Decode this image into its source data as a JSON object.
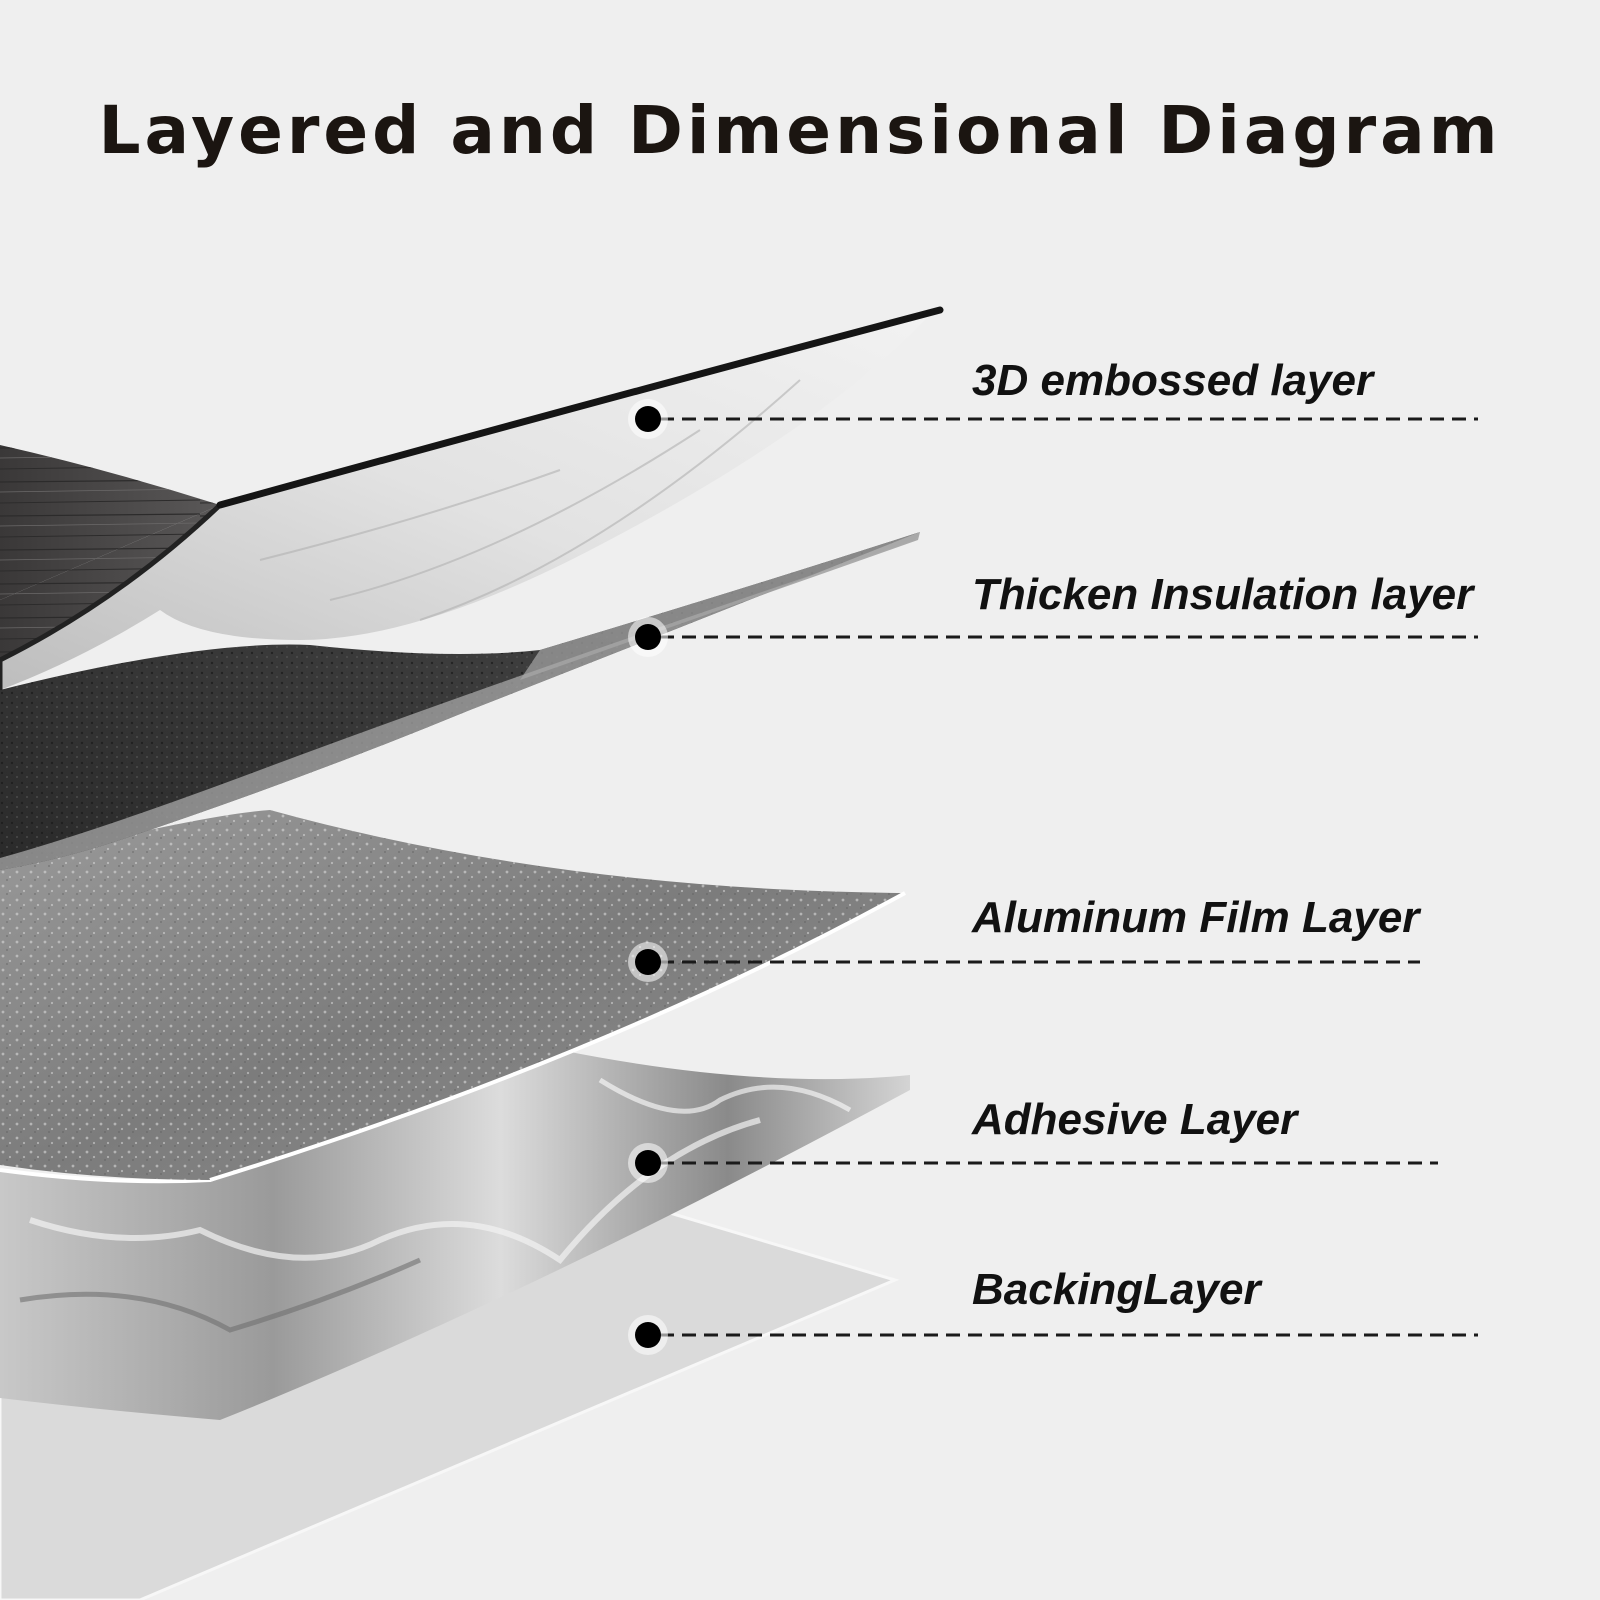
{
  "title": "Layered and Dimensional Diagram",
  "colors": {
    "background": "#efefef",
    "title": "#1b1511",
    "label": "#111111",
    "marker": "#000000",
    "leader": "#1a1a1a"
  },
  "layers": [
    {
      "label": "3D embossed layer"
    },
    {
      "label": "Thicken Insulation layer"
    },
    {
      "label": "Aluminum Film Layer"
    },
    {
      "label": "Adhesive Layer"
    },
    {
      "label": "BackingLayer"
    }
  ]
}
